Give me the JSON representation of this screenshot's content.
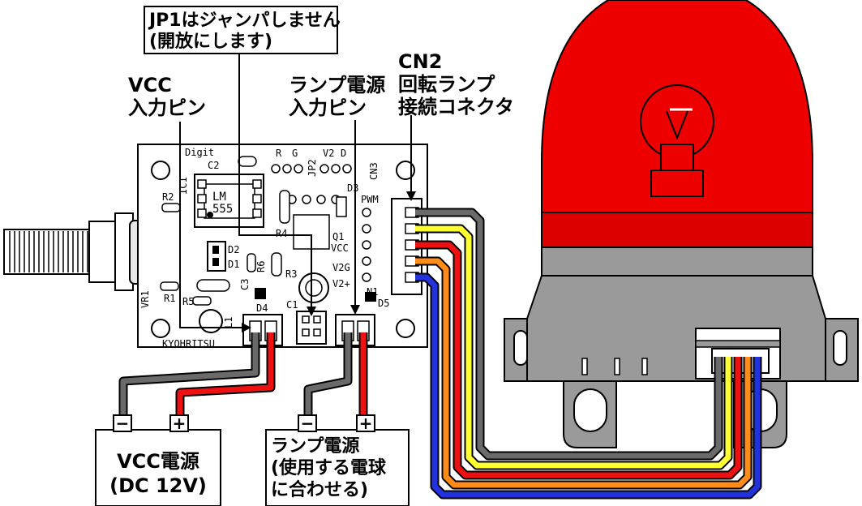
{
  "labels": {
    "jp1_line1": "JP1はジャンパしません",
    "jp1_line2": "(開放にします)",
    "vcc_in_1": "VCC",
    "vcc_in_2": "入力ピン",
    "lamp_in_1": "ランプ電源",
    "lamp_in_2": "入力ピン",
    "cn2_1": "CN2",
    "cn2_2": "回転ランプ",
    "cn2_3": "接続コネクタ",
    "vcc_box_1": "VCC電源",
    "vcc_box_2": "(DC 12V)",
    "lamp_box_1": "ランプ電源",
    "lamp_box_2": "(使用する電球",
    "lamp_box_3": "に合わせる)",
    "minus": "−",
    "plus": "+"
  },
  "pcb": {
    "digit": "Digit",
    "c2": "C2",
    "ic1": "IC1",
    "lm": "LM",
    "lm2": "555",
    "r": "R",
    "g": "G",
    "jp2": "JP2",
    "v2": "V2",
    "d": "D",
    "cn3": "CN3",
    "d3": "D3",
    "pwm": "PWM",
    "r2": "R2",
    "r1": "R1",
    "r3": "R3",
    "r4": "R4",
    "r5": "R5",
    "r6": "R6",
    "d1": "D1",
    "d2": "D2",
    "d4": "D4",
    "d5": "D5",
    "c1": "C1",
    "c3": "C3",
    "q1": "Q1",
    "n1": "N1",
    "vr1": "VR1",
    "l1": "L1",
    "vcc": "VCC",
    "v2g": "V2G",
    "v2p": "V2+",
    "kyohritsu": "KYOHRITSU"
  },
  "colors": {
    "wire_gray": "#6a6a6a",
    "wire_yellow": "#ffff33",
    "wire_red": "#ee1111",
    "wire_orange": "#ff8c1a",
    "wire_blue": "#2233dd",
    "lamp_dome": "#ee0000",
    "lamp_base": "#9a9a9a"
  }
}
